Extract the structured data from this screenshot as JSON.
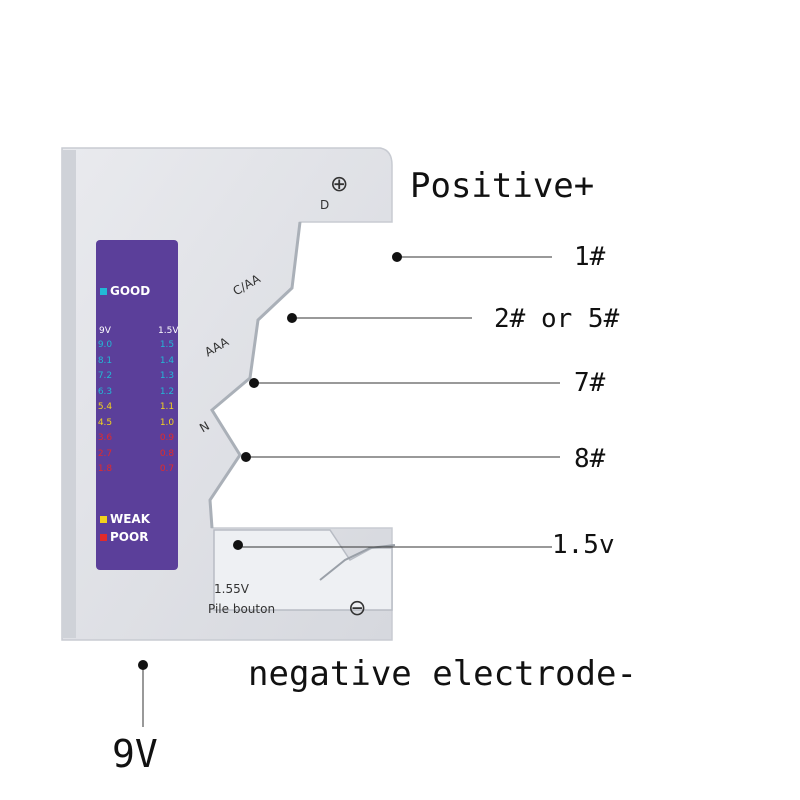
{
  "device": {
    "d_label": "D",
    "caa_label": "C/AA",
    "aaa_label": "AAA",
    "n_label": "N",
    "button_voltage": "1.55V",
    "button_name": "Pile bouton",
    "positive_symbol": "⊕",
    "negative_symbol": "⊖"
  },
  "display": {
    "good_label": "GOOD",
    "weak_label": "WEAK",
    "poor_label": "POOR",
    "left_header": "9V",
    "right_header": "1.5V",
    "left_scale": [
      {
        "v": "9.0",
        "color": "#22b8d6"
      },
      {
        "v": "8.1",
        "color": "#22b8d6"
      },
      {
        "v": "7.2",
        "color": "#22b8d6"
      },
      {
        "v": "6.3",
        "color": "#22b8d6"
      },
      {
        "v": "5.4",
        "color": "#f2d21c"
      },
      {
        "v": "4.5",
        "color": "#f2d21c"
      },
      {
        "v": "3.6",
        "color": "#e22a2a"
      },
      {
        "v": "2.7",
        "color": "#e22a2a"
      },
      {
        "v": "1.8",
        "color": "#e22a2a"
      }
    ],
    "right_scale": [
      {
        "v": "1.5",
        "color": "#22b8d6"
      },
      {
        "v": "1.4",
        "color": "#22b8d6"
      },
      {
        "v": "1.3",
        "color": "#22b8d6"
      },
      {
        "v": "1.2",
        "color": "#22b8d6"
      },
      {
        "v": "1.1",
        "color": "#f2d21c"
      },
      {
        "v": "1.0",
        "color": "#f2d21c"
      },
      {
        "v": "0.9",
        "color": "#e22a2a"
      },
      {
        "v": "0.8",
        "color": "#e22a2a"
      },
      {
        "v": "0.7",
        "color": "#e22a2a"
      }
    ],
    "colors": {
      "good": "#22b8d6",
      "weak": "#f2d21c",
      "poor": "#e22a2a",
      "panel": "#5b3f9a"
    }
  },
  "callouts": {
    "positive": "Positive+",
    "c1": "1#",
    "c2": "2# or 5#",
    "c7": "7#",
    "c8": "8#",
    "c15": "1.5v",
    "negative": "negative electrode-",
    "nine_v": "9V"
  }
}
